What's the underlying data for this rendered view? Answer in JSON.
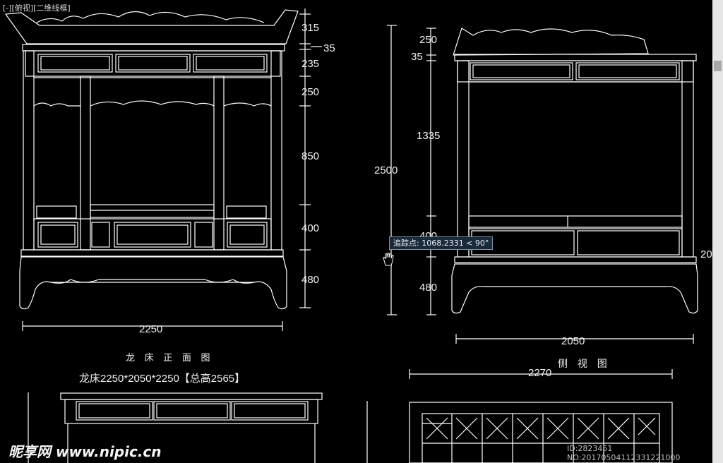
{
  "viewport": {
    "label": "[-][俯视][二维线框]"
  },
  "front_view": {
    "dims_vertical": [
      "315",
      "35",
      "235",
      "250",
      "850",
      "400",
      "480"
    ],
    "width_dim": "2250",
    "title": "龙 床 正 面 图",
    "spec": "龙床2250*2050*2250【总高2565】"
  },
  "side_view": {
    "dims_vertical": [
      "250",
      "35",
      "1335",
      "400",
      "480"
    ],
    "total_height": "2500",
    "width_dim": "2050",
    "title": "侧 视 图",
    "edge_label": "20"
  },
  "plan_view": {
    "width_dim": "2270"
  },
  "tracking_tooltip": {
    "text": "追踪点: 1068.2331 < 90°"
  },
  "watermark": {
    "logo": "昵享网 www.nipic.cn",
    "id": "ID:2823451 NO:20170504112331221000"
  },
  "colors": {
    "background": "#000000",
    "lines": "#ffffff",
    "tooltip_bg": "#1b2a3a"
  }
}
